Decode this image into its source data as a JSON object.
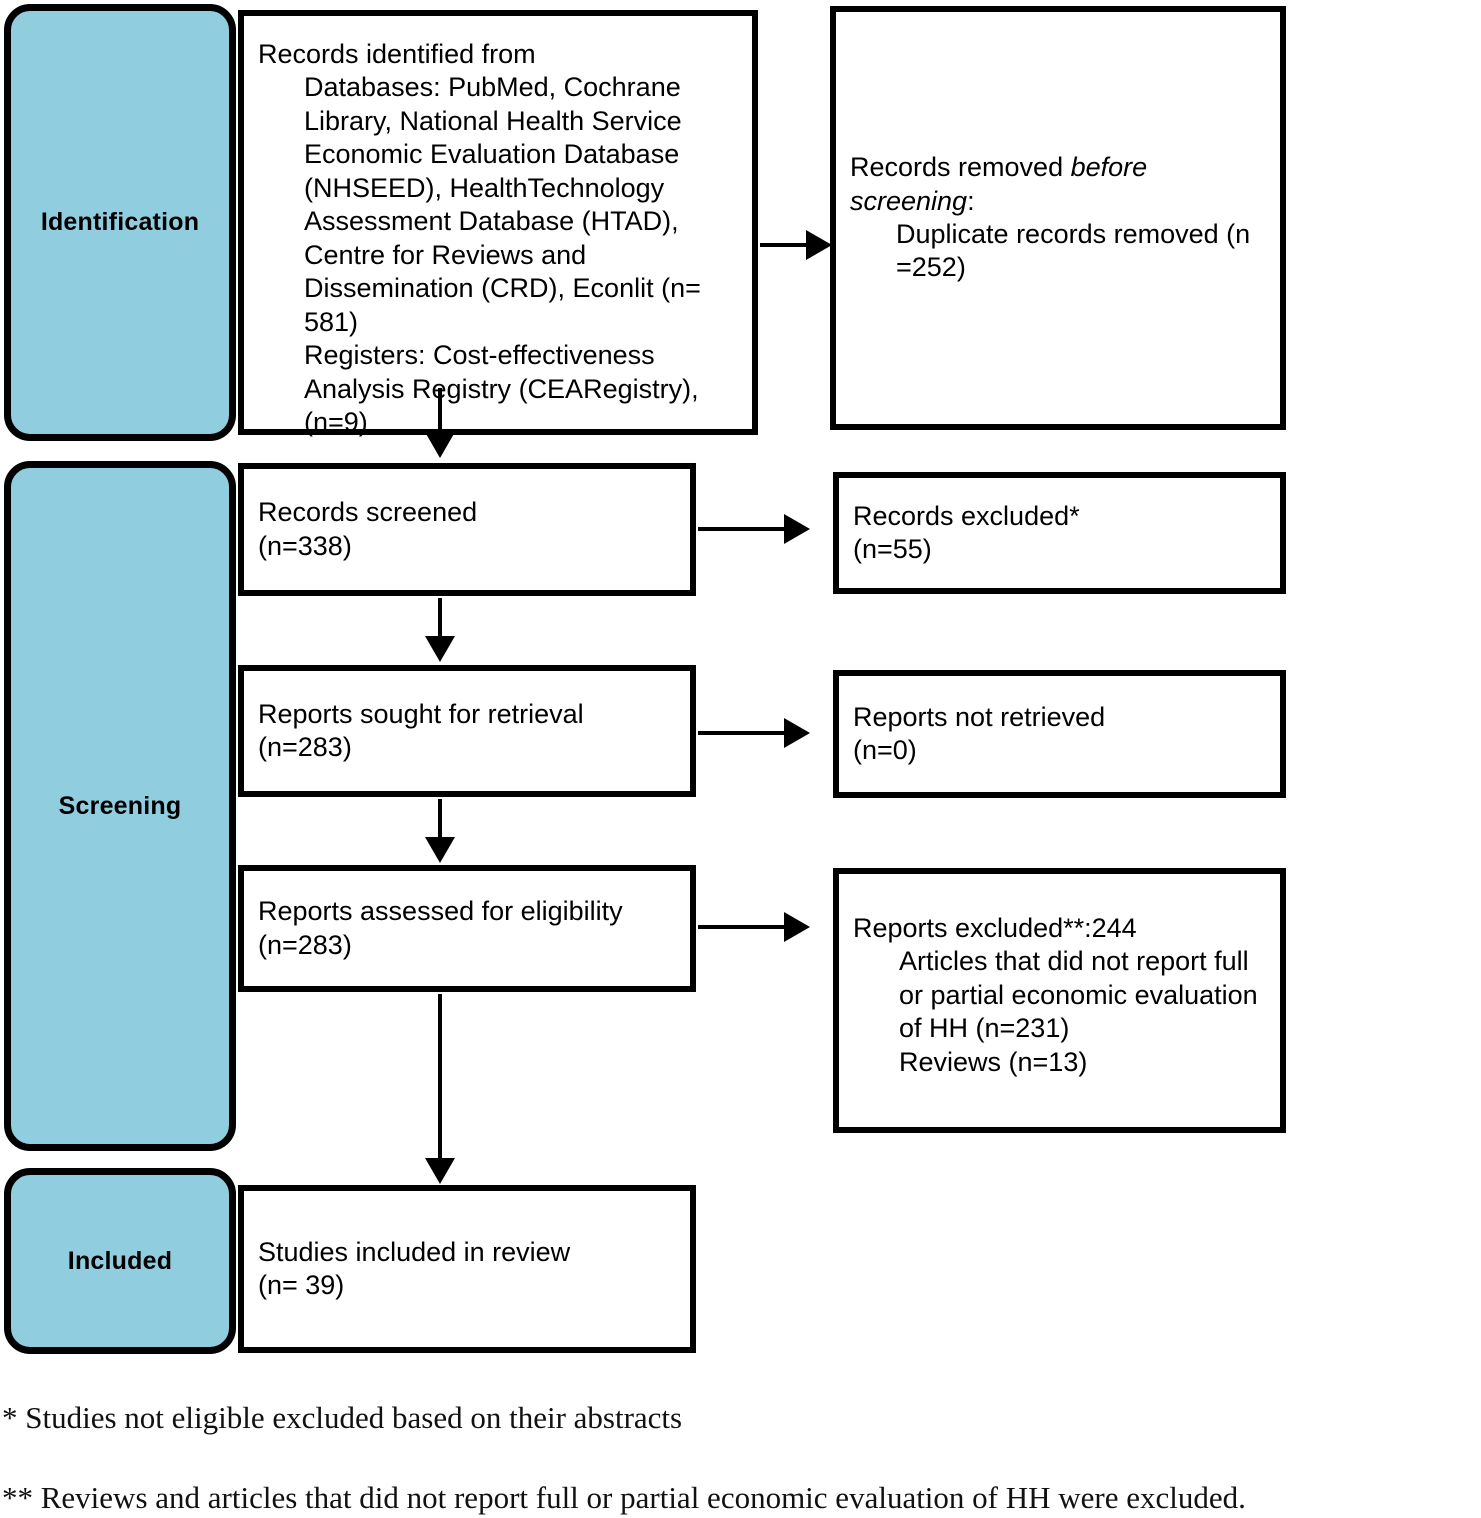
{
  "diagram": {
    "title": "PRISMA flow diagram",
    "accent_color": "#8FCDDF",
    "line_color": "#000000",
    "background_color": "#FFFFFF"
  },
  "stages": {
    "identification": "Identification",
    "screening": "Screening",
    "included": "Included"
  },
  "boxes": {
    "identified": {
      "line1": "Records identified from",
      "line2": "Databases: PubMed, Cochrane Library, National Health Service Economic Evaluation Database (NHSEED), HealthTechnology Assessment Database (HTAD), Centre for Reviews and Dissemination (CRD), Econlit (n= 581)",
      "line3": "Registers: Cost-effectiveness Analysis Registry (CEARegistry), (n=9)"
    },
    "removed_before_screening": {
      "line1_pre": "Records removed ",
      "line1_italic": "before screening",
      "line1_post": ":",
      "line2": "Duplicate records removed (n =252)"
    },
    "records_screened": {
      "line1": "Records screened",
      "line2": "(n=338)"
    },
    "records_excluded": {
      "line1": "Records excluded*",
      "line2": "(n=55)"
    },
    "reports_sought": {
      "line1": "Reports sought for retrieval",
      "line2": "(n=283)"
    },
    "reports_not_retrieved": {
      "line1": "Reports not retrieved",
      "line2": "(n=0)"
    },
    "reports_assessed": {
      "line1": "Reports assessed for eligibility",
      "line2": "(n=283)"
    },
    "reports_excluded": {
      "line1": "Reports excluded**:244",
      "line2": "Articles that did not report full or partial economic evaluation of HH (n=231)",
      "line3": "Reviews (n=13)"
    },
    "studies_included": {
      "line1": "Studies included in review",
      "line2": "(n= 39)"
    }
  },
  "footnotes": {
    "one": "* Studies not eligible excluded based on their abstracts",
    "two": "** Reviews and articles that did not report full or partial economic evaluation of HH were excluded."
  }
}
